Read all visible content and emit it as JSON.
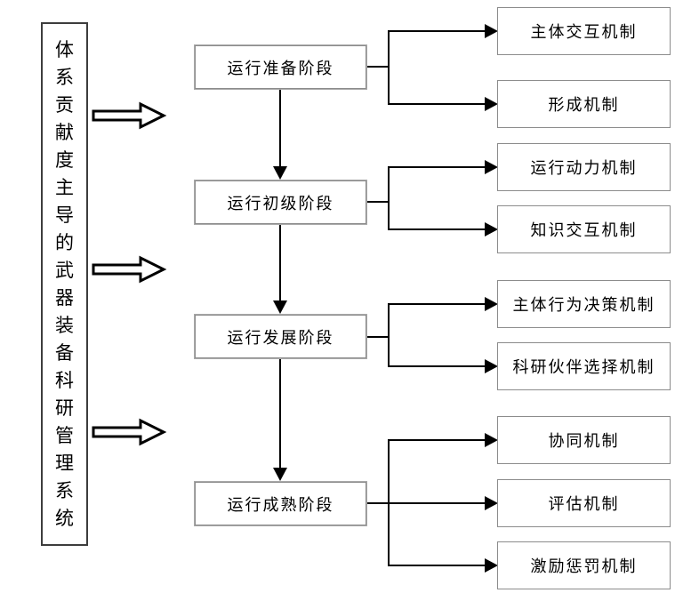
{
  "diagram": {
    "root": {
      "label": "体系贡献度主导的武器装备科研管理系统"
    },
    "stages": [
      {
        "label": "运行准备阶段"
      },
      {
        "label": "运行初级阶段"
      },
      {
        "label": "运行发展阶段"
      },
      {
        "label": "运行成熟阶段"
      }
    ],
    "mechanisms": [
      {
        "label": "主体交互机制"
      },
      {
        "label": "形成机制"
      },
      {
        "label": "运行动力机制"
      },
      {
        "label": "知识交互机制"
      },
      {
        "label": "主体行为决策机制"
      },
      {
        "label": "科研伙伴选择机制"
      },
      {
        "label": "协同机制"
      },
      {
        "label": "评估机制"
      },
      {
        "label": "激励惩罚机制"
      }
    ],
    "links": [
      {
        "from": "运行准备阶段",
        "to": [
          "主体交互机制",
          "形成机制"
        ]
      },
      {
        "from": "运行初级阶段",
        "to": [
          "运行动力机制",
          "知识交互机制"
        ]
      },
      {
        "from": "运行发展阶段",
        "to": [
          "主体行为决策机制",
          "科研伙伴选择机制"
        ]
      },
      {
        "from": "运行成熟阶段",
        "to": [
          "协同机制",
          "评估机制",
          "激励惩罚机制"
        ]
      }
    ],
    "colors": {
      "line": "#000000",
      "box_border": "#8c8c8c",
      "root_border": "#3d3d3d",
      "background": "#ffffff",
      "text": "#000000"
    }
  }
}
